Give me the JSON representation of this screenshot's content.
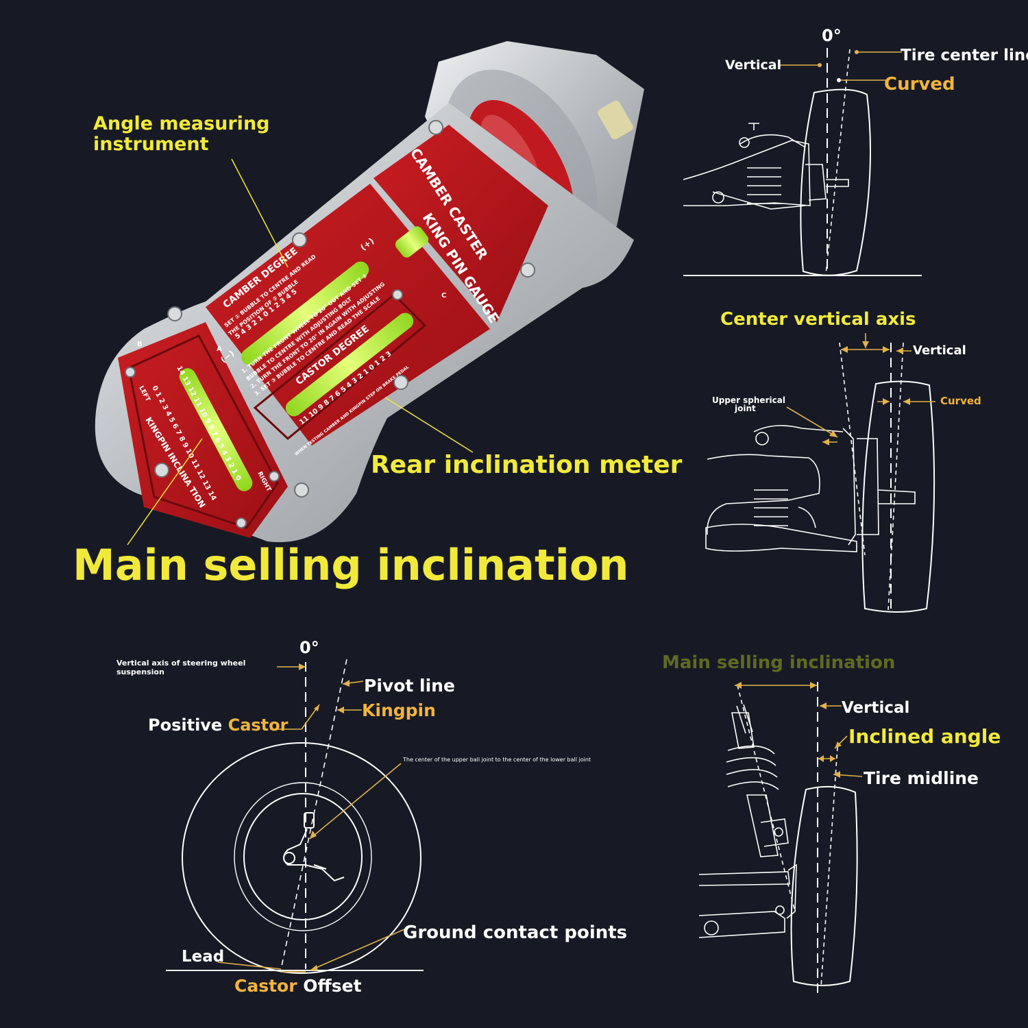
{
  "colors": {
    "background": "#171a24",
    "label_yellow": "#f2ea3a",
    "label_orange": "#f2b43c",
    "label_olive": "#5f6a22",
    "leader_gold": "#e3b24a",
    "gauge_red": "#b3161c",
    "gauge_body": "#c8cacd",
    "bubble_green": "#b8ef3a",
    "line_art": "#ffffff"
  },
  "gauge": {
    "label_instrument_line1": "Angle measuring",
    "label_instrument_line2": "instrument",
    "label_rear_meter": "Rear inclination meter",
    "label_main": "Main selling inclination",
    "plate_title_1": "CAMBER CASTER",
    "plate_title_2": "KING PIN GAUGE",
    "camber_heading": "CAMBER  DEGREE",
    "camber_instruction_1": "SET ① BUBBLE TO CENTRE AND READ",
    "camber_instruction_2": "THE POSITION OF ② BUBBLE",
    "camber_scale": "5 4 3 2 1 0 1 2 3 4 5",
    "steps_1": "1. TURN THE FRONT WHEEL TO 20° OUT AND SET ③",
    "steps_2": "BUBBLE TO CENTRE WITH ADJUSTING BOLT",
    "steps_3": "2. TURN THE FRONT TO 20° IN AGAIN WITH ADJUSTING",
    "steps_4": "3. SET ③ BUBBLE TO CENTRE AND READ THE SCALE",
    "castor_heading": "CASTOR  DEGREE",
    "castor_scale": "11 10 9 8 7 6 5 4 3 2 1 0 1 2 3",
    "castor_note": "WHEN TESTING CAMBER AND KINGPIN STEP ON BRAKE PEDAL",
    "kingpin_heading": "KINGPIN INCLINA TION",
    "kingpin_scale": "14 13 12 11 10 9 8 7 6 5 4 3 2 1 0",
    "kingpin_left": "LEFT",
    "kingpin_right": "RIGHT",
    "kingpin_scale_2": "0 1 2 3 4 5 6 7 8 9 10 11 12 13 14",
    "sign_minus": "(−)",
    "sign_plus": "(+)",
    "mark_a": "A",
    "mark_b": "B",
    "mark_c": "C"
  },
  "camber_panel": {
    "zero": "0°",
    "vertical": "Vertical",
    "tire_center_line": "Tire center line",
    "curved": "Curved"
  },
  "kingpin_panel": {
    "title": "Center vertical axis",
    "vertical": "Vertical",
    "upper_joint_line1": "Upper spherical",
    "upper_joint_line2": "joint",
    "curved": "Curved"
  },
  "castor_panel": {
    "zero": "0°",
    "axis_note_line1": "Vertical axis of steering wheel",
    "axis_note_line2": "suspension",
    "pivot_line": "Pivot line",
    "kingpin": "Kingpin",
    "positive": "Positive",
    "castor": "Castor",
    "ball_joint_note": "The center of the upper ball joint to the center of the lower ball joint",
    "ground_contact": "Ground contact points",
    "lead": "Lead",
    "offset_castor": "Castor",
    "offset": "Offset"
  },
  "inclination_panel": {
    "title": "Main selling inclination",
    "vertical": "Vertical",
    "inclined_angle": "Inclined angle",
    "tire_midline": "Tire midline"
  }
}
